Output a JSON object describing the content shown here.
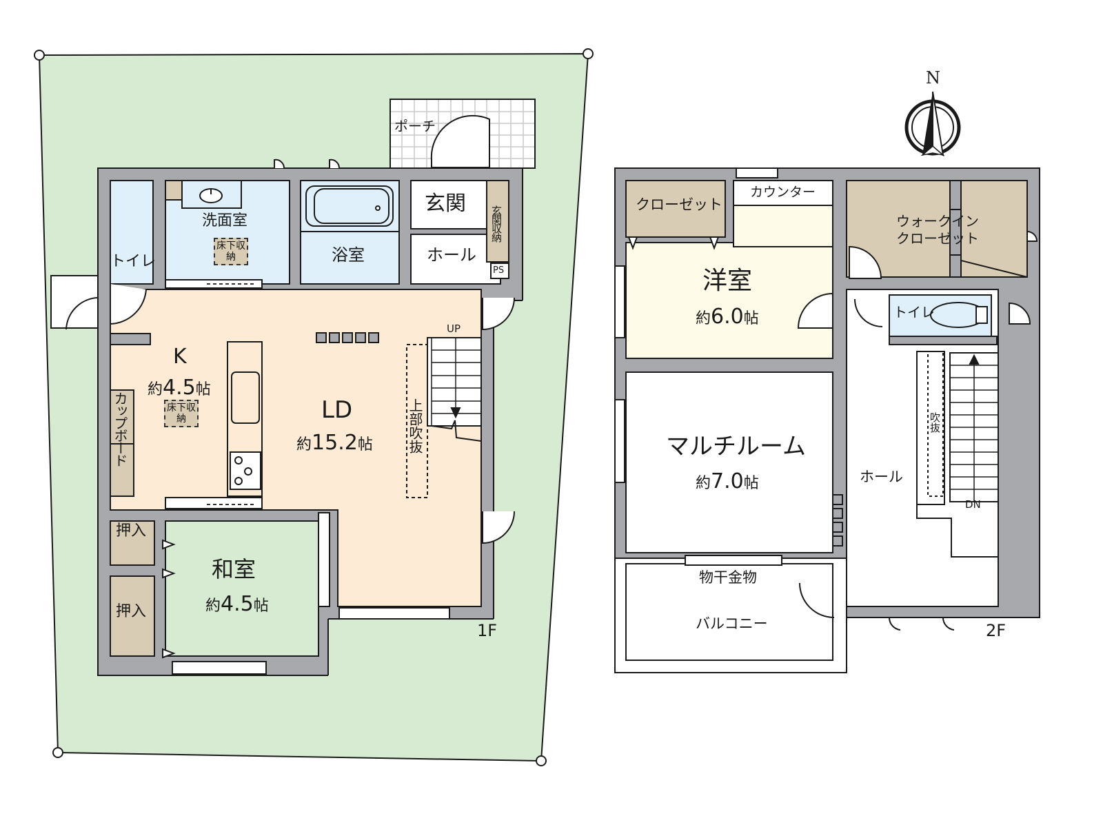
{
  "colors": {
    "lot": "#d7ebd3",
    "wall": "#a7a9ac",
    "ldk": "#fdebd6",
    "wet": "#dff0fa",
    "storage": "#d8cdb4",
    "japanese_room": "#d7ebd3",
    "western_room": "#fefbe9",
    "white": "#ffffff",
    "line": "#1a1a1a"
  },
  "compass": {
    "label": "N"
  },
  "floor1": {
    "label": "1F",
    "rooms": {
      "porch": "ポーチ",
      "entrance": "玄関",
      "entrance_storage": "玄関収納",
      "hall": "ホール",
      "ps": "PS",
      "bath": "浴室",
      "washroom": "洗面室",
      "washroom_underfloor": "床下収納",
      "toilet": "トイレ",
      "kitchen": {
        "name": "K",
        "prefix": "約",
        "size": "4.5",
        "unit": "帖"
      },
      "kitchen_underfloor": "床下収納",
      "cupboard": "カップボード",
      "living_dining": {
        "name": "LD",
        "prefix": "約",
        "size": "15.2",
        "unit": "帖"
      },
      "open_ceiling": "上部吹抜",
      "stairs_up": "UP",
      "closet_upper": "押入",
      "closet_lower": "押入",
      "japanese_room": {
        "name": "和室",
        "prefix": "約",
        "size": "4.5",
        "unit": "帖"
      }
    }
  },
  "floor2": {
    "label": "2F",
    "rooms": {
      "closet": "クローゼット",
      "counter": "カウンター",
      "walk_in_closet_line1": "ウォークイン",
      "walk_in_closet_line2": "クローゼット",
      "western_room": {
        "name": "洋室",
        "prefix": "約",
        "size": "6.0",
        "unit": "帖"
      },
      "toilet": "トイレ",
      "multi_room": {
        "name": "マルチルーム",
        "prefix": "約",
        "size": "7.0",
        "unit": "帖"
      },
      "hall": "ホール",
      "open_ceiling": "吹抜",
      "stairs_down": "DN",
      "drying_hardware": "物干金物",
      "balcony": "バルコニー"
    }
  }
}
